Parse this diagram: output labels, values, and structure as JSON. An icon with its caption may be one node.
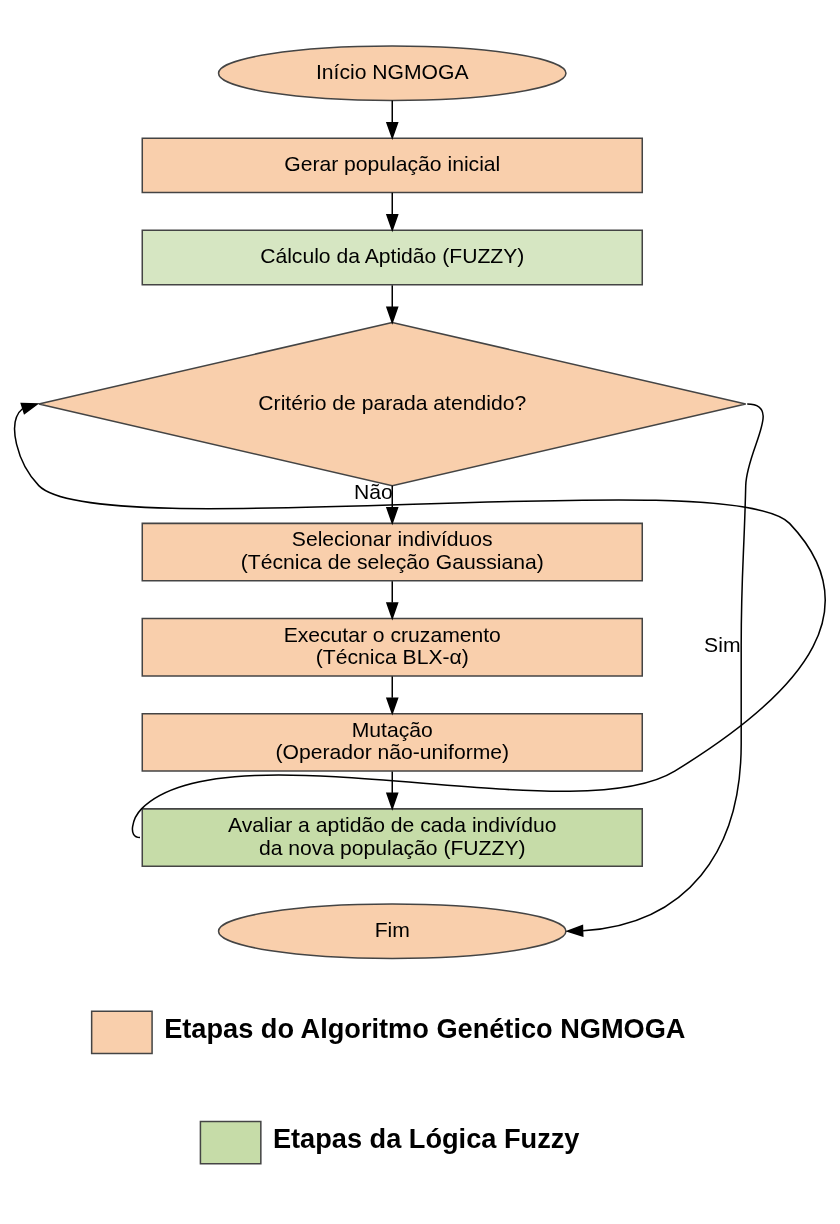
{
  "diagram": {
    "nodes": [
      {
        "text": [
          "Início NGMOGA"
        ]
      },
      {
        "text": [
          "Gerar população inicial"
        ]
      },
      {
        "text": [
          "Cálculo da Aptidão (FUZZY)"
        ]
      },
      {
        "text": [
          "Critério de parada atendido?"
        ]
      },
      {
        "text": [
          "Selecionar indivíduos",
          "(Técnica de seleção Gaussiana)"
        ]
      },
      {
        "text": [
          "Executar o cruzamento",
          "(Técnica BLX-α)"
        ]
      },
      {
        "text": [
          "Mutação",
          "(Operador não-uniforme)"
        ]
      },
      {
        "text": [
          "Avaliar a aptidão de cada indivíduo da nova população (FUZZY)"
        ]
      },
      {
        "text": [
          "Fim"
        ]
      }
    ],
    "edges": [
      {
        "from": 0,
        "to": 1,
        "arrow": "to"
      },
      {
        "from": 1,
        "to": 2,
        "arrow": "to"
      },
      {
        "from": 2,
        "to": 3,
        "arrow": "to"
      },
      {
        "from": 3,
        "to": 4,
        "arrow": "to",
        "label": "Não"
      },
      {
        "from": 4,
        "to": 5,
        "arrow": "to"
      },
      {
        "from": 5,
        "to": 6,
        "arrow": "to"
      },
      {
        "from": 6,
        "to": 7,
        "arrow": "to"
      },
      {
        "from": 7,
        "to": 3,
        "arrow": "to"
      },
      {
        "from": 3,
        "to": 8,
        "arrow": "to",
        "label": "Sim"
      }
    ],
    "legend": [
      {
        "text": "Etapas do Algoritmo Genético NGMOGA",
        "color": "#f9cfac"
      },
      {
        "text": "Etapas da Lógica Fuzzy",
        "color": "#c6dca8"
      }
    ]
  }
}
